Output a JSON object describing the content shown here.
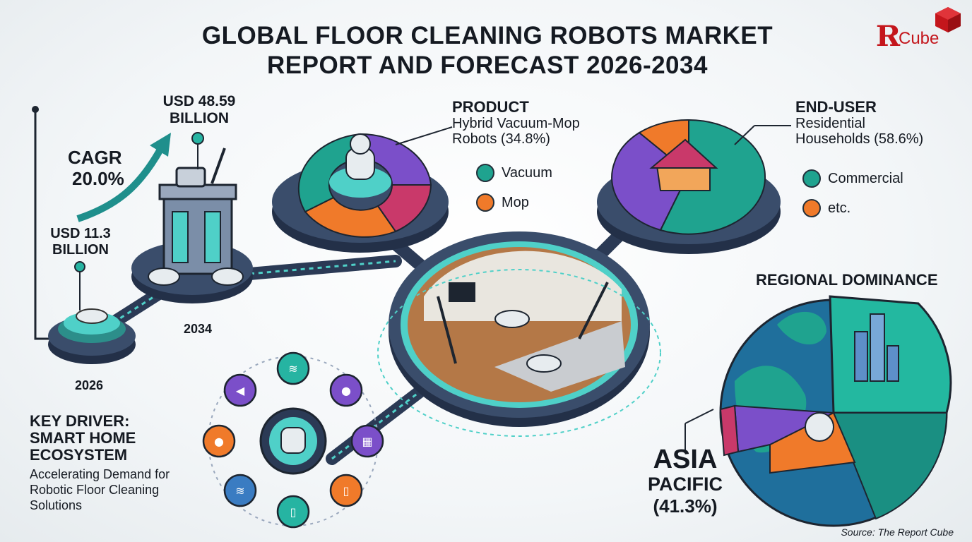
{
  "title_line1": "GLOBAL FLOOR CLEANING ROBOTS MARKET",
  "title_line2": "REPORT AND FORECAST 2026-2034",
  "logo": {
    "mark": "Я",
    "text": "Cube",
    "color": "#c4161c"
  },
  "market": {
    "value_2034_line1": "USD 48.59",
    "value_2034_line2": "BILLION",
    "cagr_label": "CAGR",
    "cagr_value": "20.0%",
    "value_2026_line1": "USD 11.3",
    "value_2026_line2": "BILLION",
    "year_end": "2034",
    "year_start": "2026"
  },
  "product": {
    "heading": "PRODUCT",
    "line1": "Hybrid Vacuum-Mop",
    "line2": "Robots (34.8%)",
    "legend": [
      {
        "label": "Vacuum",
        "icon": "vacuum-icon",
        "color": "#1fa38f"
      },
      {
        "label": "Mop",
        "icon": "mop-icon",
        "color": "#f07a2a"
      }
    ]
  },
  "end_user": {
    "heading": "END-USER",
    "line1": "Residential",
    "line2": "Households (58.6%)",
    "legend": [
      {
        "label": "Commercial",
        "color": "#1fa38f"
      },
      {
        "label": "etc.",
        "color": "#f07a2a"
      }
    ]
  },
  "regional": {
    "heading": "REGIONAL DOMINANCE",
    "region_line1": "ASIA",
    "region_line2": "PACIFIC",
    "share": "(41.3%)"
  },
  "driver": {
    "heading_line1": "KEY DRIVER:",
    "heading_line2": "SMART HOME",
    "heading_line3": "ECOSYSTEM",
    "desc_line1": "Accelerating Demand for",
    "desc_line2": "Robotic Floor Cleaning",
    "desc_line3": "Solutions",
    "icons": [
      "wifi-icon",
      "microphone-icon",
      "control-panel-icon",
      "tablet-icon",
      "smartphone-icon",
      "wifi-icon",
      "voice-assistant-icon",
      "speaker-icon"
    ]
  },
  "source": "Source: The Report Cube",
  "colors": {
    "teal": "#1fa38f",
    "purple": "#7b4fc9",
    "orange": "#f07a2a",
    "magenta": "#c9396a",
    "navy": "#2b3a5e"
  }
}
